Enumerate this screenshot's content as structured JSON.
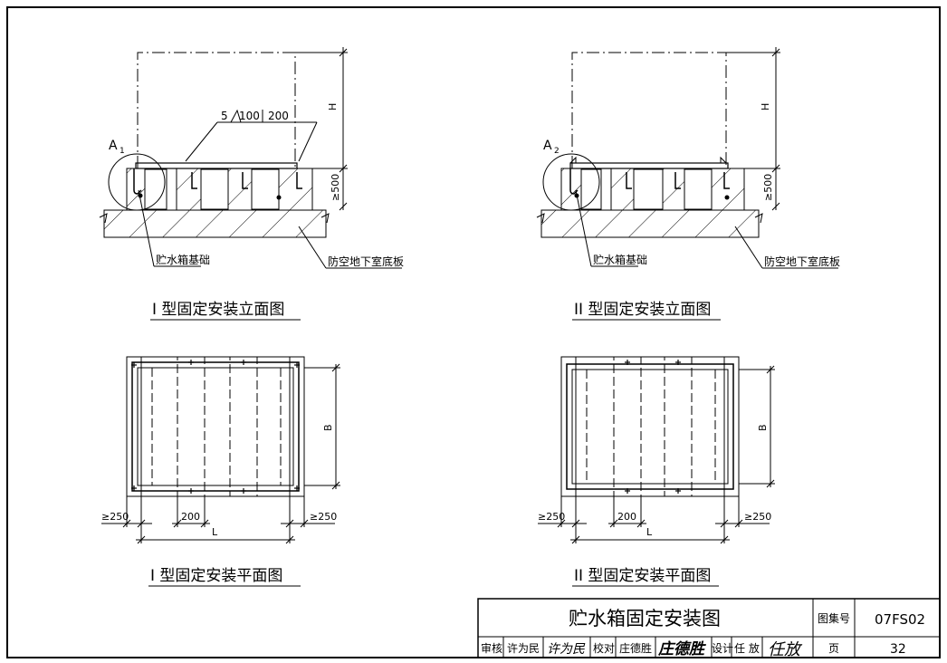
{
  "elevation_I": {
    "caption": "I 型固定安装立面图",
    "detail_ref_letter": "A",
    "detail_ref_num": "1",
    "dim_height": "H",
    "dim_base": "≥500",
    "annotation_5": "5",
    "annotation_100": "100",
    "annotation_200": "200",
    "label_foundation": "贮水箱基础",
    "label_slab": "防空地下室底板"
  },
  "elevation_II": {
    "caption": "II 型固定安装立面图",
    "detail_ref_letter": "A",
    "detail_ref_num": "2",
    "dim_height": "H",
    "dim_base": "≥500",
    "label_foundation": "贮水箱基础",
    "label_slab": "防空地下室底板"
  },
  "plan_I": {
    "caption": "I 型固定安装平面图",
    "dim_b": "B",
    "dim_l": "L",
    "dim_left": "≥250",
    "dim_mid": "200",
    "dim_right": "≥250"
  },
  "plan_II": {
    "caption": "II 型固定安装平面图",
    "dim_b": "B",
    "dim_l": "L",
    "dim_left": "≥250",
    "dim_mid": "200",
    "dim_right": "≥250"
  },
  "title_block": {
    "title": "贮水箱固定安装图",
    "atlas_label": "图集号",
    "atlas_number": "07FS02",
    "review_label": "审核",
    "review_name": "许为民",
    "review_sig": "许为民",
    "check_label": "校对",
    "check_name": "庄德胜",
    "check_sig": "庄德胜",
    "design_label": "设计",
    "design_name": "任 放",
    "design_sig": "任放",
    "page_label": "页",
    "page_number": "32"
  }
}
